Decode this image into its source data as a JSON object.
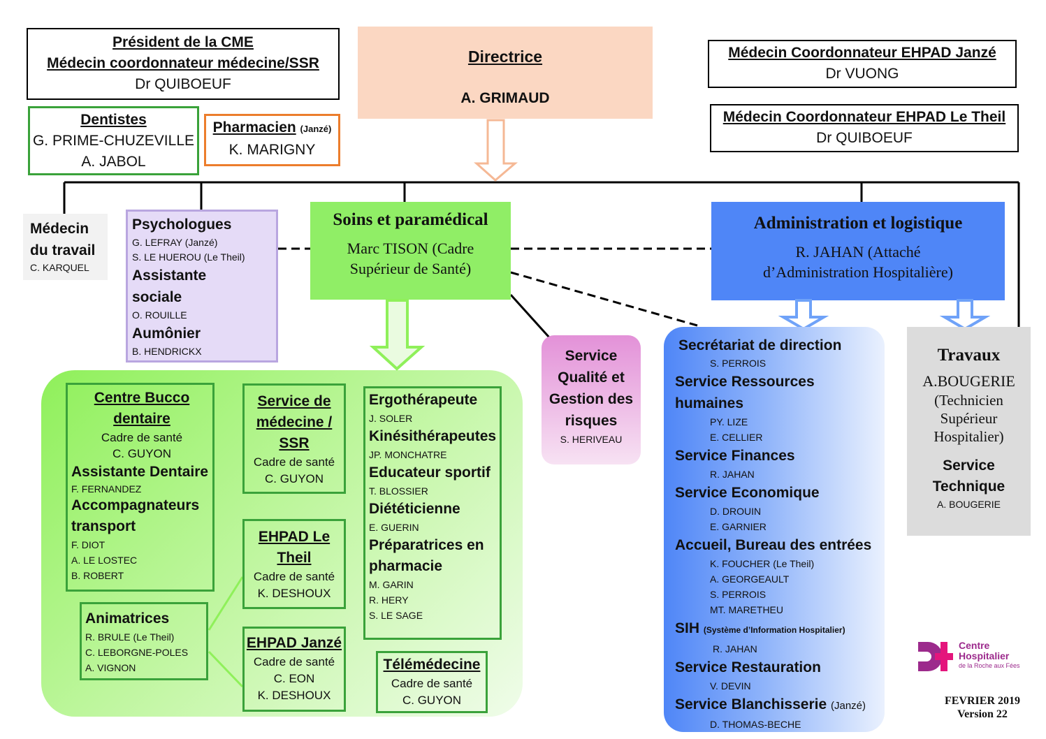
{
  "cme": {
    "l1": "Président de la CME",
    "l2": "Médecin coordonnateur médecine/SSR",
    "l3": "Dr QUIBOEUF"
  },
  "directrice": {
    "title": "Directrice",
    "name": "A. GRIMAUD"
  },
  "ehpad_janze_coord": {
    "title": "Médecin Coordonnateur EHPAD Janzé",
    "name": "Dr VUONG"
  },
  "ehpad_theil_coord": {
    "title": "Médecin Coordonnateur EHPAD Le Theil",
    "name": "Dr QUIBOEUF"
  },
  "dentistes": {
    "title": "Dentistes",
    "n1": "G. PRIME-CHUZEVILLE",
    "n2": "A. JABOL"
  },
  "pharmacien": {
    "title": "Pharmacien",
    "tag": "(Janzé)",
    "name": "K.  MARIGNY"
  },
  "medecin_travail": {
    "l1": "Médecin",
    "l2": "du travail",
    "name": "C. KARQUEL"
  },
  "psy": {
    "title": "Psychologues",
    "n1": "G. LEFRAY (Janzé)",
    "n2": "S. LE HUEROU  (Le  Theil)",
    "as1": "Assistante",
    "as2": "sociale",
    "asn": "O. ROUILLE",
    "aum": "Aumônier",
    "aumn": "B. HENDRICKX"
  },
  "soins": {
    "title": "Soins et paramédical",
    "l1": "Marc TISON  (Cadre",
    "l2": "Supérieur de Santé)"
  },
  "admin": {
    "title": "Administration et logistique",
    "l1": "R. JAHAN (Attaché",
    "l2": "d’Administration Hospitalière)"
  },
  "qualite": {
    "l1": "Service",
    "l2": "Qualité et",
    "l3": "Gestion des",
    "l4": "risques",
    "name": "S. HERIVEAU"
  },
  "travaux": {
    "title": "Travaux",
    "l1": "A.BOUGERIE",
    "l2": "(Technicien",
    "l3": "Supérieur",
    "l4": "Hospitalier)",
    "st1": "Service",
    "st2": "Technique",
    "stn": "A. BOUGERIE"
  },
  "bucco": {
    "t1": "Centre Bucco",
    "t2": "dentaire",
    "cadre": "Cadre de santé",
    "cname": "C. GUYON",
    "ad": "Assistante Dentaire",
    "adn": "F. FERNANDEZ",
    "acc1": "Accompagnateurs",
    "acc2": "transport",
    "n1": "F. DIOT",
    "n2": "A. LE LOSTEC",
    "n3": "B. ROBERT"
  },
  "ssr": {
    "t1": "Service de",
    "t2": "médecine /",
    "t3": "SSR",
    "cadre": "Cadre de santé",
    "cname": "C. GUYON"
  },
  "ergo": {
    "e": "Ergothérapeute",
    "en": "J. SOLER",
    "k": "Kinésithérapeutes",
    "kn": "JP.  MONCHATRE",
    "es": "Educateur sportif",
    "esn": "T. BLOSSIER",
    "d": "Diététicienne",
    "dn": "E. GUERIN",
    "p1": "Préparatrices  en",
    "p2": "pharmacie",
    "pn1": "M. GARIN",
    "pn2": "R. HERY",
    "pn3": "S. LE  SAGE"
  },
  "ehpad_theil": {
    "t1": "EHPAD Le",
    "t2": "Theil",
    "cadre": "Cadre de santé",
    "cname": "K. DESHOUX"
  },
  "animatrices": {
    "title": "Animatrices",
    "n1": "R. BRULE  (Le Theil)",
    "n2": "C. LEBORGNE-POLES",
    "n3": "A. VIGNON"
  },
  "ehpad_janze": {
    "title": "EHPAD Janzé",
    "cadre": "Cadre de santé",
    "n1": "C. EON",
    "n2": "K. DESHOUX"
  },
  "tele": {
    "title": "Télémédecine",
    "cadre": "Cadre de santé",
    "cname": "C. GUYON"
  },
  "adminlist": {
    "sec": "Secrétariat de direction",
    "secn": "S. PERROIS",
    "rh1": "Service Ressources",
    "rh2": "humaines",
    "rhn1": "PY. LIZE",
    "rhn2": "E. CELLIER",
    "fin": "Service Finances",
    "finn": "R. JAHAN",
    "eco": "Service Economique",
    "econ1": "D. DROUIN",
    "econ2": "E. GARNIER",
    "acc": "Accueil, Bureau des entrées",
    "accn1": "K. FOUCHER (Le  Theil)",
    "accn2": "A. GEORGEAULT",
    "accn3": "S. PERROIS",
    "accn4": "MT. MARETHEU",
    "sih": "SIH",
    "sihd": "(Système d’Information Hospitalier)",
    "sihn": "R. JAHAN",
    "rest": "Service Restauration",
    "restn": "V. DEVIN",
    "blan": "Service Blanchisserie",
    "blant": "(Janzé)",
    "blann": "D. THOMAS-BECHE"
  },
  "logo": {
    "l1": "Centre",
    "l2": "Hospitalier",
    "l3": "de la Roche aux Fées"
  },
  "footer": {
    "date": "FEVRIER 2019",
    "version": "Version 22"
  },
  "colors": {
    "green_box": "#90ee66",
    "blue_box": "#4f86f7",
    "pink": "#e391d8",
    "purple": "#e5dbf7",
    "grey": "#dcdcdc",
    "peach": "#fbd7c2"
  }
}
